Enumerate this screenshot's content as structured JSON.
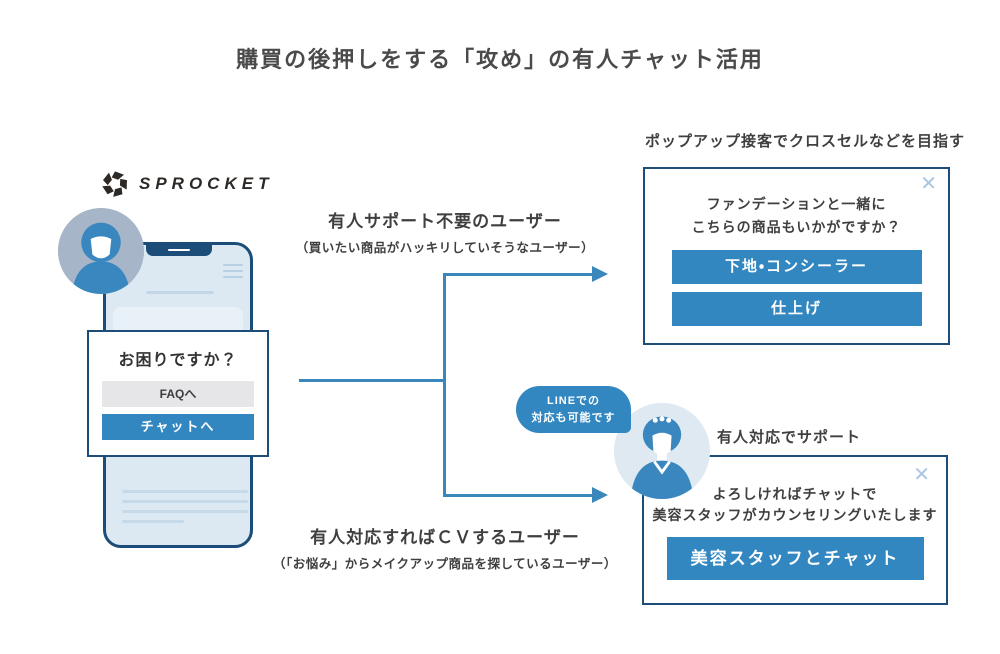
{
  "title": "購買の後押しをする「攻め」の有人チャット活用",
  "brand": {
    "name": "SPROCKET"
  },
  "icons": {
    "close": "✕"
  },
  "phone_popup": {
    "title": "お困りですか？",
    "faq_button": "FAQへ",
    "chat_button": "チャットへ"
  },
  "branches": {
    "top": {
      "label": "有人サポート不要のユーザー",
      "sublabel": "（買いたい商品がハッキリしていそうなユーザー）"
    },
    "bottom": {
      "label": "有人対応すればＣＶするユーザー",
      "sublabel": "（「お悩み」からメイクアップ商品を探しているユーザー）"
    }
  },
  "crosssell": {
    "heading": "ポップアップ接客でクロスセルなどを目指す",
    "popup": {
      "line1": "ファンデーションと一緒に",
      "line2": "こちらの商品もいかがですか？",
      "button1": "下地・コンシーラー",
      "button2": "仕上げ"
    }
  },
  "support": {
    "bubble_line1": "LINEでの",
    "bubble_line2": "対応も可能です",
    "label": "有人対応でサポート",
    "popup": {
      "line1": "よろしければチャットで",
      "line2": "美容スタッフがカウンセリングいたします",
      "button": "美容スタッフとチャット"
    }
  },
  "colors": {
    "accent_blue": "#3287c1",
    "navy_border": "#1b4d78",
    "arrow_blue": "#3a87bb",
    "screen_light": "#dde9f2"
  }
}
